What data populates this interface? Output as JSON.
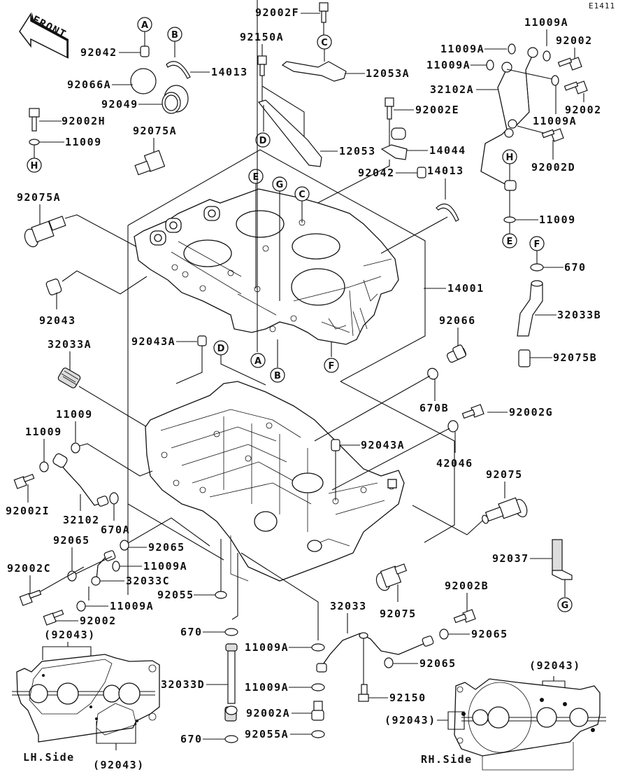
{
  "diagram_code": "E1411",
  "front_arrow_label": "FRONT",
  "side_labels": {
    "lh": "LH.Side",
    "rh": "RH.Side"
  },
  "ref_circles": [
    "A",
    "B",
    "C",
    "D",
    "E",
    "F",
    "G",
    "H"
  ],
  "part_labels": {
    "p92042_top": "92042",
    "p14013_top": "14013",
    "p92066A": "92066A",
    "p92049": "92049",
    "p92002H": "92002H",
    "p11009_left": "11009",
    "p92075A_top": "92075A",
    "p92002F": "92002F",
    "p92150A": "92150A",
    "p12053A": "12053A",
    "p12053": "12053",
    "p92002E": "92002E",
    "p14044": "14044",
    "p92042_mid": "92042",
    "p14013_mid": "14013",
    "p11009A_a": "11009A",
    "p11009A_b": "11009A",
    "p11009A_c": "11009A",
    "p11009A_d": "11009A",
    "p92002_a": "92002",
    "p92002_b": "92002",
    "p32102A": "32102A",
    "p92002D": "92002D",
    "p11009_right": "11009",
    "p670_right": "670",
    "p14001": "14001",
    "p32033B": "32033B",
    "p92066": "92066",
    "p92075B": "92075B",
    "p92075A_left": "92075A",
    "p92043": "92043",
    "p32033A": "32033A",
    "p92043A_top": "92043A",
    "p670B": "670B",
    "p92002G": "92002G",
    "p42046": "42046",
    "p92043A_mid": "92043A",
    "p11009_l1": "11009",
    "p11009_l2": "11009",
    "p92002I": "92002I",
    "p32102": "32102",
    "p670A": "670A",
    "p92075_right": "92075",
    "p92065_a": "92065",
    "p92065_b": "92065",
    "p92002C": "92002C",
    "p11009A_e": "11009A",
    "p32033C": "32033C",
    "p11009A_f": "11009A",
    "p92055": "92055",
    "p92002_c": "92002",
    "p92037": "92037",
    "p92043_paren_lh_top": "(92043)",
    "p92043_paren_lh_bot": "(92043)",
    "p670_mid1": "670",
    "p32033D": "32033D",
    "p670_mid2": "670",
    "p11009A_g": "11009A",
    "p11009A_h": "11009A",
    "p92002A": "92002A",
    "p92055A": "92055A",
    "p32033": "32033",
    "p92075_bottom": "92075",
    "p92002B": "92002B",
    "p92065_c": "92065",
    "p92065_d": "92065",
    "p92150": "92150",
    "p92043_paren_rh_top": "(92043)",
    "p92043_paren_rh_mid": "(92043)"
  }
}
